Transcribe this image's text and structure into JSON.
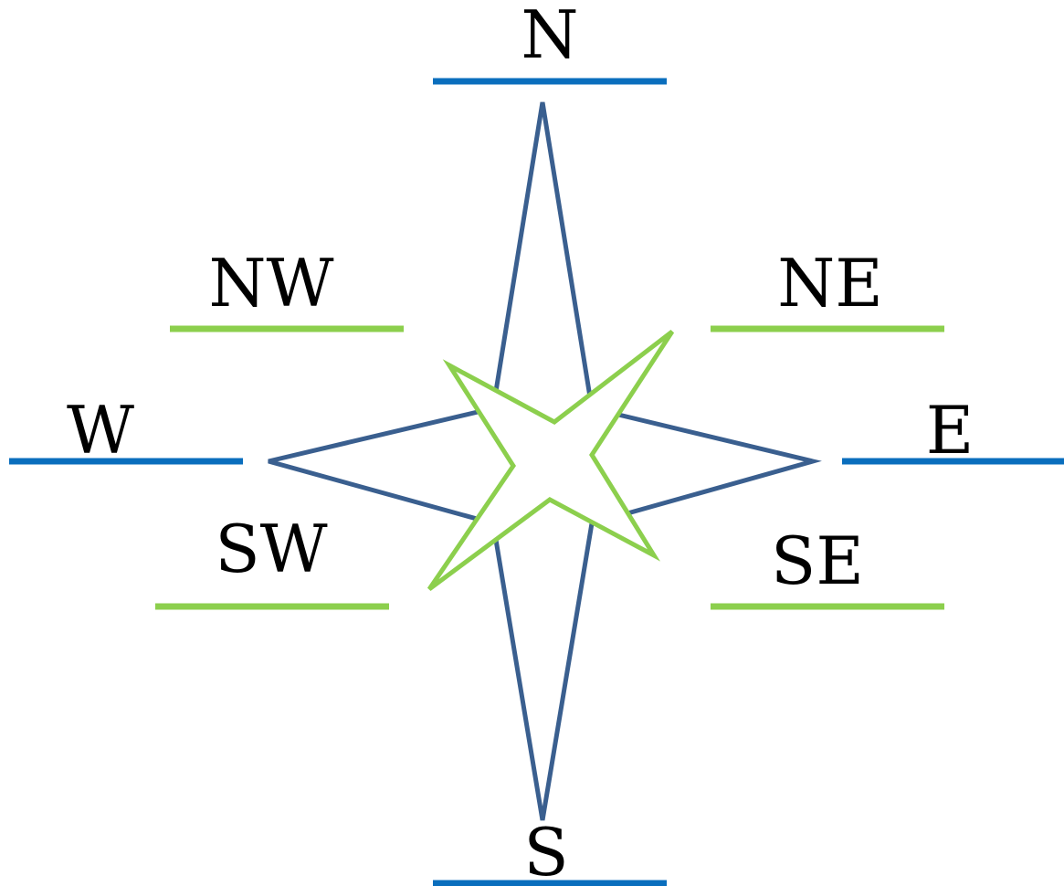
{
  "labels": {
    "n": "N",
    "s": "S",
    "e": "E",
    "w": "W",
    "ne": "NE",
    "nw": "NW",
    "se": "SE",
    "sw": "SW"
  },
  "colors": {
    "cardinal_line": "#0a6ebd",
    "intercardinal_line": "#8ccf4d",
    "main_star_outline": "#3a5f8f",
    "inner_star_outline": "#8ccf4d",
    "label_text": "#000000",
    "background": "#ffffff"
  }
}
